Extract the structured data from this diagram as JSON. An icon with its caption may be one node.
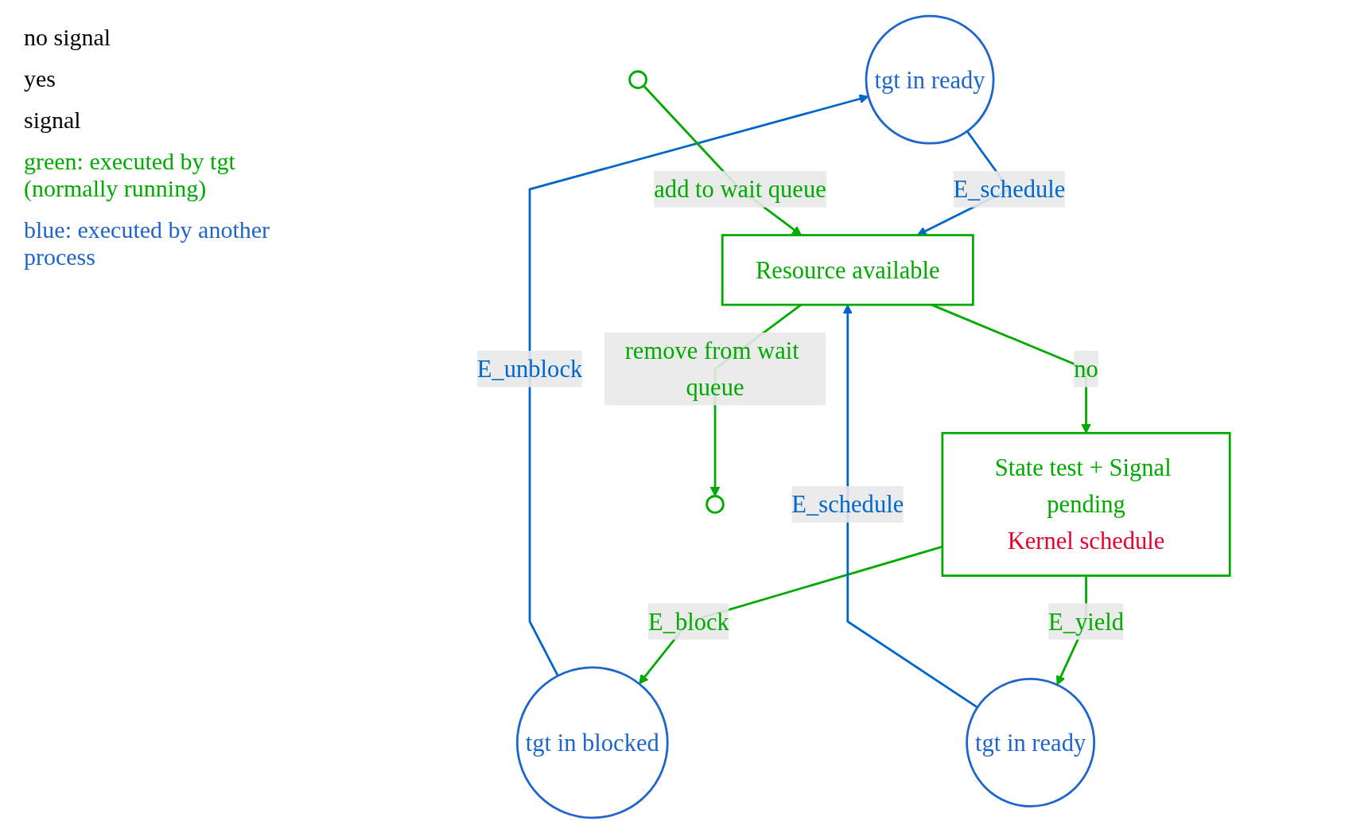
{
  "diagram": {
    "nodes": [
      {
        "text": [
          "tgt in ready"
        ]
      },
      {
        "text": [
          "tgt in blocked"
        ]
      },
      {
        "text": [],
        "shape": "circle"
      },
      {
        "text": [
          "Resource available"
        ]
      },
      {
        "text": [
          "State test + Signal pending",
          "Kernel schedule"
        ]
      },
      {
        "text": [
          "tgt in ready"
        ]
      },
      {
        "text": [],
        "shape": "circle"
      }
    ],
    "edges": [
      {
        "from": 1,
        "to": 0,
        "arrow": "to",
        "label": "E_unblock",
        "color": "#0066cc"
      },
      {
        "from": 0,
        "to": 3,
        "arrow": "to",
        "label": "E_schedule",
        "color": "#0066cc"
      },
      {
        "from": 2,
        "to": 3,
        "arrow": "to",
        "label": "add to wait queue"
      },
      {
        "from": 3,
        "to": 4,
        "arrow": "to",
        "label": "no"
      },
      {
        "from": 4,
        "to": 1,
        "arrow": "to",
        "label": "E_block"
      },
      {
        "from": 4,
        "to": 5,
        "arrow": "to",
        "label": "E_yield"
      },
      {
        "from": 5,
        "to": 3,
        "arrow": "to",
        "label": "E_schedule",
        "color": "#0066cc"
      },
      {
        "from": 3,
        "to": 6,
        "arrow": "to",
        "label": "remove from wait queue"
      }
    ],
    "labels": [
      "no signal",
      "yes",
      "signal",
      "green: executed by tgt (normally running)",
      "blue: executed by another process"
    ]
  }
}
